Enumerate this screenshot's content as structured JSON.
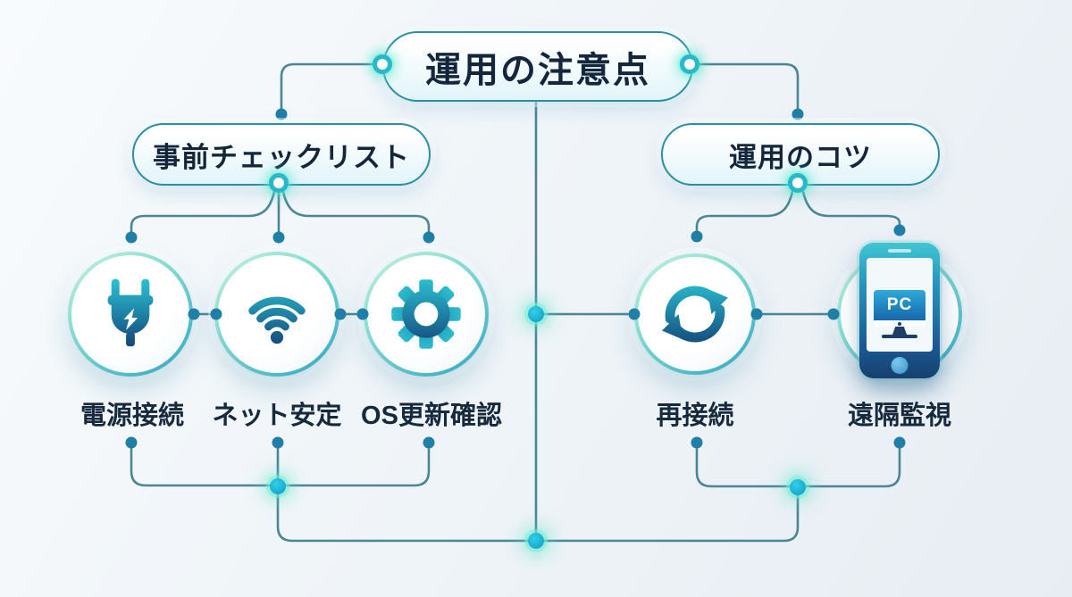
{
  "title": "運用の注意点",
  "branches": [
    {
      "label": "事前チェックリスト",
      "items": [
        {
          "label": "電源接続",
          "icon": "power-plug-icon"
        },
        {
          "label": "ネット安定",
          "icon": "wifi-icon"
        },
        {
          "label": "OS更新確認",
          "icon": "gear-icon"
        }
      ]
    },
    {
      "label": "運用のコツ",
      "items": [
        {
          "label": "再接続",
          "icon": "sync-arrows-icon"
        },
        {
          "label": "遠隔監視",
          "icon": "smartphone-icon",
          "screen_label": "PC"
        }
      ]
    }
  ],
  "colors": {
    "background_start": "#f8fbfd",
    "background_end": "#e7edf3",
    "line": "#4b8694",
    "small_dot": "#1f7fa6",
    "glow_core": "#18b0d6",
    "glow_halo": "#5fe8c8",
    "pill_border": "#2a8fa3",
    "ring_gradient_top": "#c9f2dd",
    "ring_gradient_bottom": "#2fa6c4",
    "icon_gradient_top": "#2cc4d4",
    "icon_gradient_bottom": "#123f74",
    "text": "#16293d"
  }
}
